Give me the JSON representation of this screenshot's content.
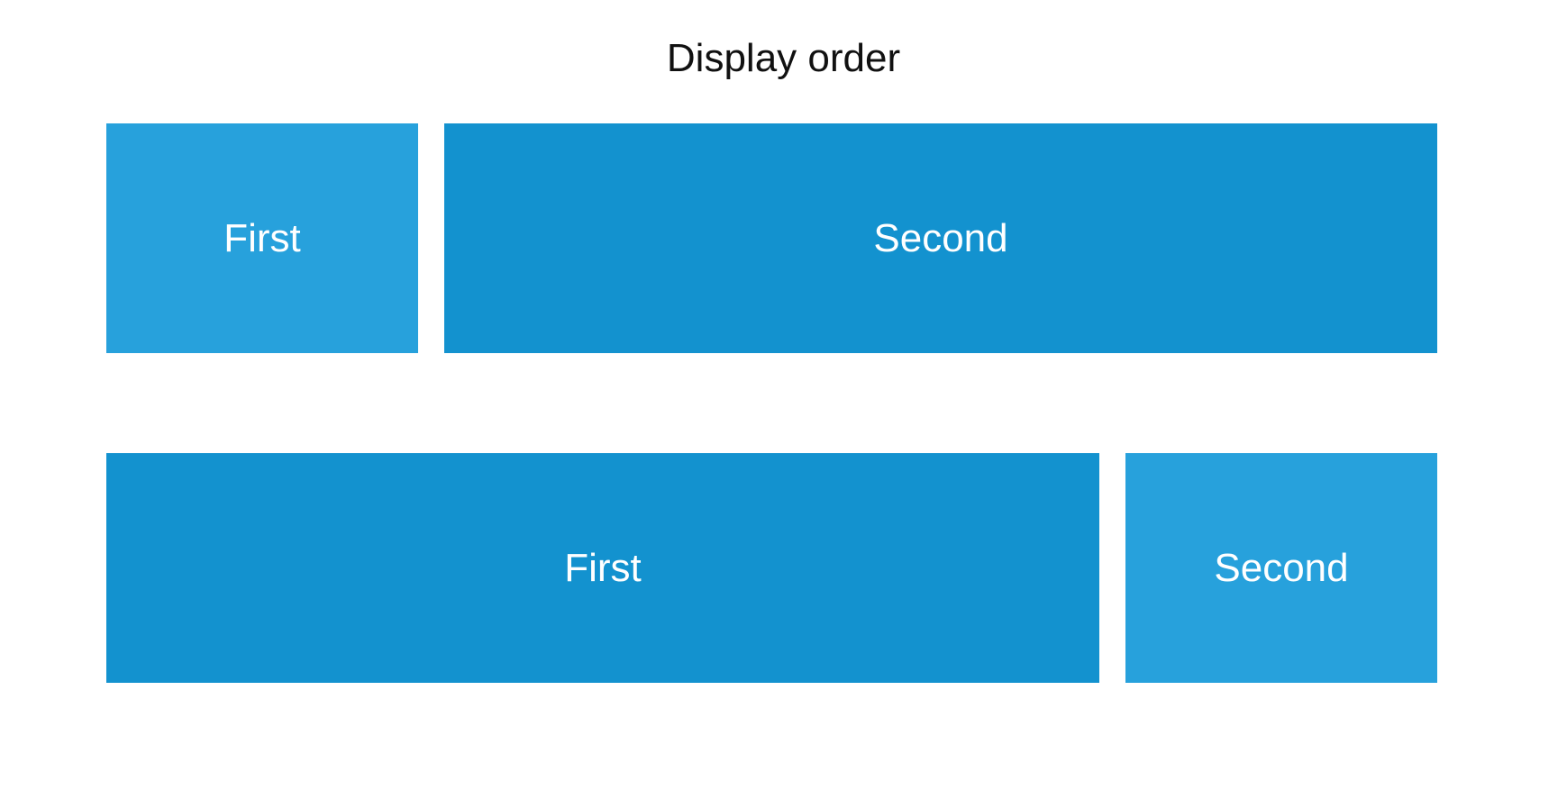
{
  "title": "Display order",
  "colors": {
    "narrow_box": "#27a1dc",
    "wide_box": "#1392cf",
    "text": "#ffffff",
    "title_text": "#111111",
    "background": "#ffffff"
  },
  "rows": [
    {
      "boxes": [
        {
          "label": "First",
          "style": "narrow"
        },
        {
          "label": "Second",
          "style": "wide"
        }
      ]
    },
    {
      "boxes": [
        {
          "label": "First",
          "style": "wide"
        },
        {
          "label": "Second",
          "style": "narrow"
        }
      ]
    }
  ]
}
